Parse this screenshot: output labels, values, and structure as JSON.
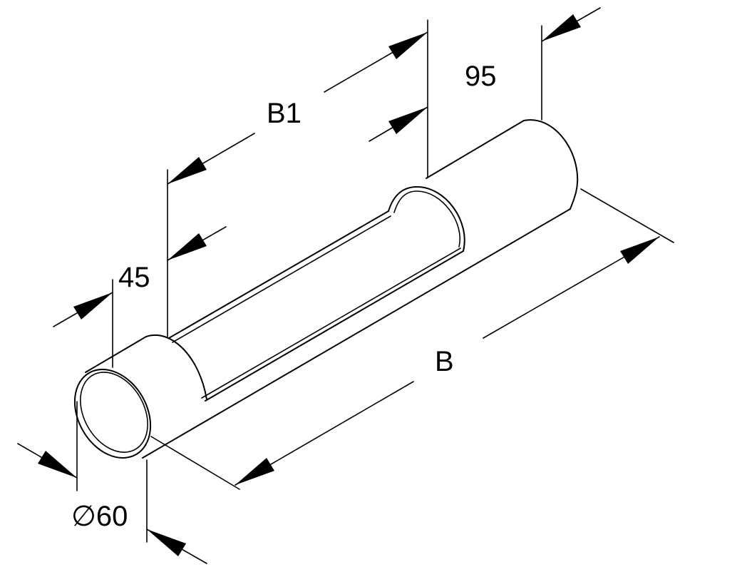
{
  "drawing": {
    "dimensions": {
      "b1": "B1",
      "d95": "95",
      "d45": "45",
      "b": "B",
      "diameter_symbol": "∅",
      "diameter_value": "60"
    }
  }
}
